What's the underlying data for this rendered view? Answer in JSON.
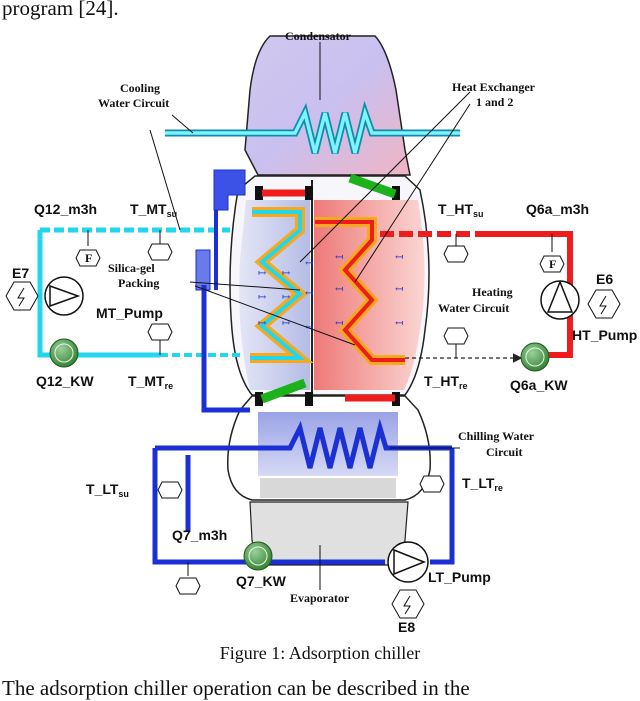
{
  "text": {
    "top": "program [24].",
    "bottom": "The adsorption chiller operation can be described in the",
    "caption": "Figure 1: Adsorption chiller"
  },
  "labels": {
    "condensator": "Condensator",
    "cooling_line1": "Cooling",
    "cooling_line2": "Water Circuit",
    "hx_line1": "Heat Exchanger",
    "hx_line2": "1 and 2",
    "silica_line1": "Silica-gel",
    "silica_line2": "Packing",
    "heating_line1": "Heating",
    "heating_line2": "Water Circuit",
    "chilling_line1": "Chilling Water",
    "chilling_line2": "Circuit",
    "evaporator": "Evaporator"
  },
  "tags": {
    "q12_m3h": "Q12_m3h",
    "t_mt": "T_MT",
    "t_ht": "T_HT",
    "q6a_m3h": "Q6a_m3h",
    "e7": "E7",
    "mt_pump": "MT_Pump",
    "e6": "E6",
    "ht_pump": "HT_Pump",
    "q12_kw": "Q12_KW",
    "q6a_kw": "Q6a_KW",
    "t_lt": "T_LT",
    "q7_m3h": "Q7_m3h",
    "q7_kw": "Q7_KW",
    "lt_pump": "LT_Pump",
    "e8": "E8",
    "su": "su",
    "re": "re",
    "f": "F"
  },
  "colors": {
    "cooling": "#22d6ee",
    "heating": "#ee1c1c",
    "chilling": "#1a2fd4",
    "adsorber_frame": "#f7a81b",
    "kw_meter": "#3c9a3c"
  }
}
